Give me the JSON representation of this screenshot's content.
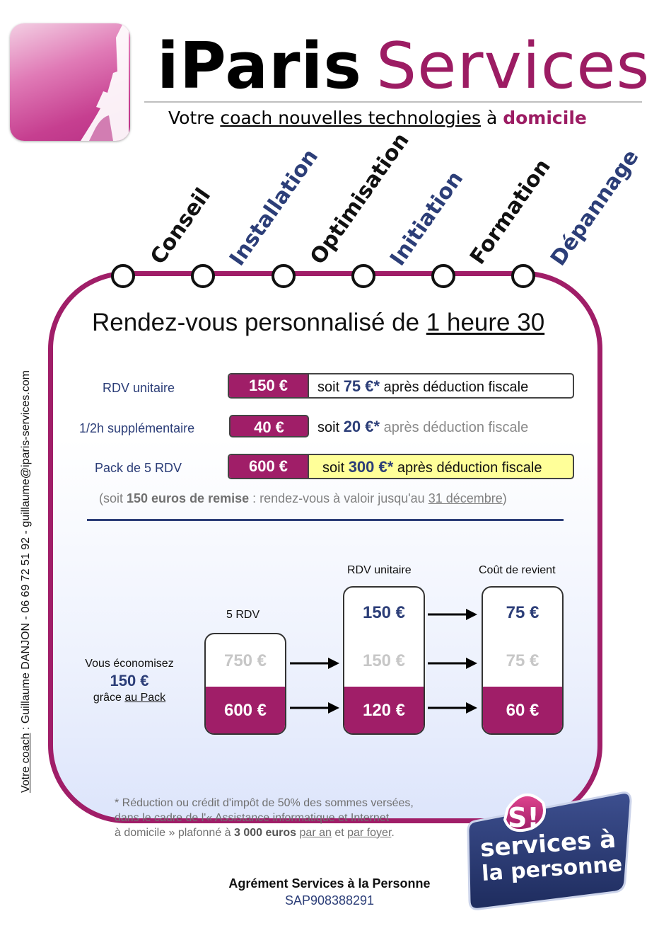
{
  "brand": {
    "part1": "iParis",
    "part2": "Services"
  },
  "tagline": {
    "prefix": "Votre ",
    "underlined": "coach nouvelles technologies",
    "middle": " à ",
    "emphasis": "domicile"
  },
  "services": [
    "Conseil",
    "Installation",
    "Optimisation",
    "Initiation",
    "Formation",
    "Dépannage"
  ],
  "title": {
    "prefix": "Rendez-vous personnalisé de ",
    "underlined": "1 heure 30"
  },
  "pricing": [
    {
      "label": "RDV unitaire",
      "price": "150 €",
      "soit": "soit",
      "value": "75 €",
      "star": "*",
      "after": "après déduction fiscale"
    },
    {
      "label": "1/2h supplémentaire",
      "price": "40 €",
      "soit": "soit",
      "value": "20 €",
      "star": "*",
      "after": "après déduction fiscale"
    },
    {
      "label": "Pack de 5 RDV",
      "price": "600 €",
      "soit": "soit",
      "value": "300 €",
      "star": "*",
      "after": "après déduction fiscale"
    }
  ],
  "remise": {
    "open": "(soit ",
    "bold": "150 euros de remise",
    "mid": " : rendez-vous à valoir jusqu'au ",
    "date": "31 décembre",
    "close": ")"
  },
  "comparison": {
    "col1": {
      "header": "5 RDV",
      "mid": "750 €",
      "bottom": "600 €"
    },
    "col2": {
      "header": "RDV unitaire",
      "top": "150 €",
      "mid": "150 €",
      "bottom": "120 €"
    },
    "col3": {
      "header": "Coût de revient",
      "top": "75 €",
      "mid": "75 €",
      "bottom": "60 €"
    },
    "savings": {
      "line1": "Vous économisez",
      "amount": "150 €",
      "line3_prefix": "grâce ",
      "line3_link": "au Pack"
    }
  },
  "footnote": {
    "line1": "* Réduction ou crédit d'impôt de 50% des sommes versées,",
    "line2": "dans le cadre de l'« Assistance informatique et Internet",
    "line3_a": "à domicile » plafonné à ",
    "line3_b": "3 000 euros",
    "line3_c": " ",
    "line3_d": "par an",
    "line3_e": " et ",
    "line3_f": "par foyer",
    "line3_g": "."
  },
  "agrement": {
    "title": "Agrément Services à la Personne",
    "number": "SAP908388291"
  },
  "contact": {
    "label": "Votre coach",
    "text": " : Guillaume DANJON - 06 69 72 51 92 - guillaume@iparis-services.com"
  },
  "logo": {
    "mark": "S!",
    "line1": "services à",
    "line2": "la personne"
  },
  "colors": {
    "brand": "#a01e68",
    "navy": "#2c3e78",
    "highlight": "#ffff99"
  }
}
